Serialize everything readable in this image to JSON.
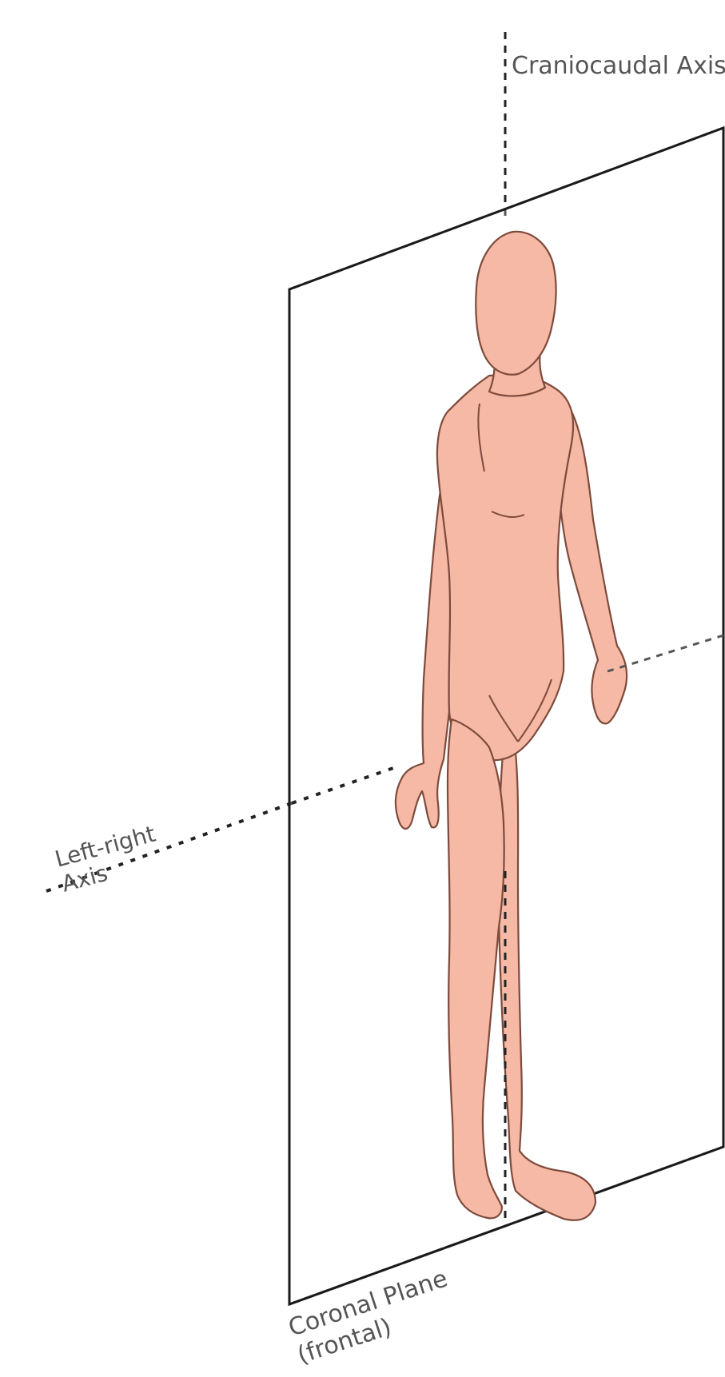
{
  "labels": {
    "craniocaudal_axis": "Craniocaudal Axis",
    "left_right_axis_line1": "Left-right",
    "left_right_axis_line2": "Axis",
    "coronal_plane_line1": "Coronal Plane",
    "coronal_plane_line2": "(frontal)"
  },
  "colors": {
    "skin": "#f6b9a5",
    "skin_outline": "#7d4a3c",
    "plane_outline": "#1a1a1a",
    "axis_line": "#222222",
    "label_text": "#555555"
  }
}
